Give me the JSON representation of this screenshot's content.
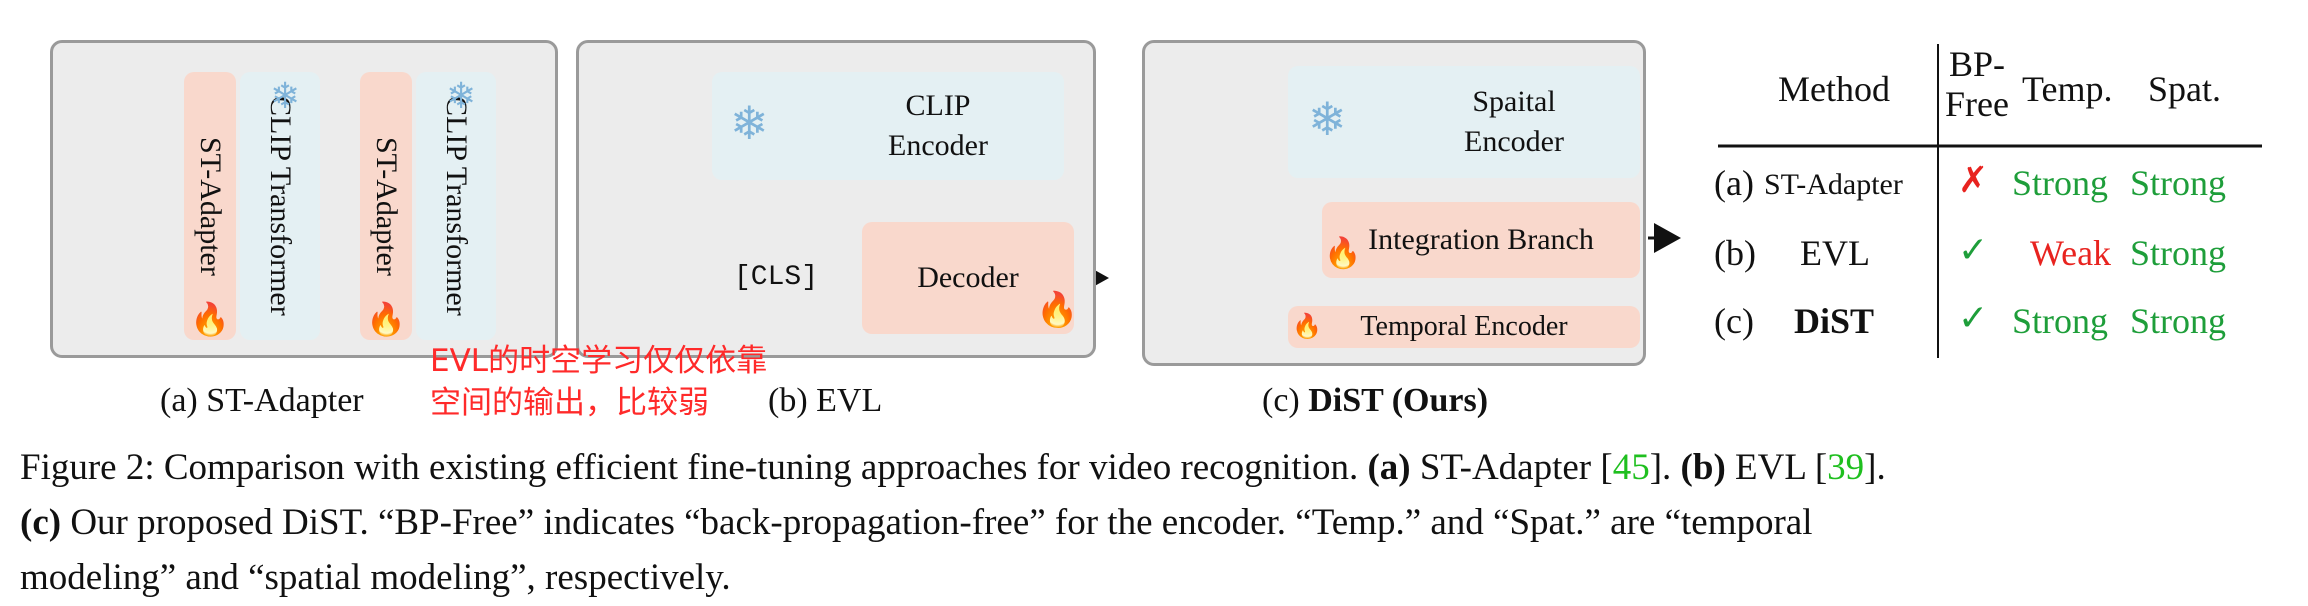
{
  "panel_a": {
    "adapter_label": "ST-Adapter",
    "clip_label": "CLIP Transformer",
    "caption": "(a) ST-Adapter"
  },
  "panel_b": {
    "encoder_label": "CLIP Encoder",
    "decoder_label": "Decoder",
    "cls_label": "[CLS]",
    "caption": "(b) EVL"
  },
  "panel_c": {
    "spatial_label": "Spaital Encoder",
    "integration_label": "Integration Branch",
    "temporal_label": "Temporal Encoder",
    "caption_prefix": "(c) ",
    "caption_bold": "DiST (Ours)"
  },
  "annotation": {
    "line1": "EVL的时空学习仅仅依靠",
    "line2": "空间的输出，比较弱"
  },
  "table": {
    "headers": {
      "method": "Method",
      "bp_free_1": "BP-",
      "bp_free_2": "Free",
      "temp": "Temp.",
      "spat": "Spat."
    },
    "rows": [
      {
        "idx": "(a)",
        "method": "ST-Adapter",
        "bp": "✗",
        "temp": "Strong",
        "spat": "Strong"
      },
      {
        "idx": "(b)",
        "method": "EVL",
        "bp": "✓",
        "temp": "Weak",
        "spat": "Strong"
      },
      {
        "idx": "(c)",
        "method": "DiST",
        "bp": "✓",
        "temp": "Strong",
        "spat": "Strong"
      }
    ]
  },
  "caption": {
    "fig": "Figure 2: Comparison with existing efficient fine-tuning approaches for video recognition.",
    "a_tag": "(a)",
    "a_name": "ST-Adapter",
    "a_ref": "45",
    "b_tag": "(b)",
    "b_name": "EVL",
    "b_ref": "39",
    "c_tag": "(c)",
    "line2_rest": "Our proposed DiST. “BP-Free” indicates “back-propagation-free” for the encoder. “Temp.” and “Spat.” are “temporal",
    "line3": "modeling” and “spatial modeling”, respectively."
  },
  "icons": {
    "snowflake": "snowflake-icon",
    "fire": "fire-icon",
    "video_frames": "video-frames-icon"
  },
  "colors": {
    "trainable": "#f9d8cc",
    "frozen": "#e4f0f3",
    "panel_bg": "#ececec",
    "strong": "#1e9e3a",
    "weak": "#e8231f",
    "annotation": "#ff2a2a"
  }
}
